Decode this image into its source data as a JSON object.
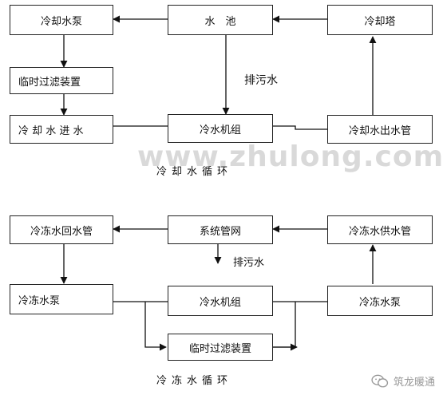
{
  "top": {
    "boxes": {
      "cooling_pump": "冷却水泵",
      "pool": "水　池",
      "cooling_tower": "冷却塔",
      "temp_filter": "临时过滤装置",
      "cooling_inlet": "冷 却 水 进 水",
      "chiller": "冷水机组",
      "cooling_outlet": "冷却水出水管"
    },
    "drain_label": "排污水",
    "title": "冷却水循环"
  },
  "bottom": {
    "boxes": {
      "chilled_return": "冷冻水回水管",
      "system_network": "系统管网",
      "chilled_supply": "冷冻水供水管",
      "chilled_pump": "冷冻水泵",
      "chiller": "冷水机组",
      "chilled_pump_right": "冷冻水泵",
      "temp_filter": "临时过滤装置"
    },
    "drain_label": "排污水",
    "title": "冷冻水循环"
  },
  "watermark": "www.zhulong.com",
  "logo_text": "筑龙暖通"
}
